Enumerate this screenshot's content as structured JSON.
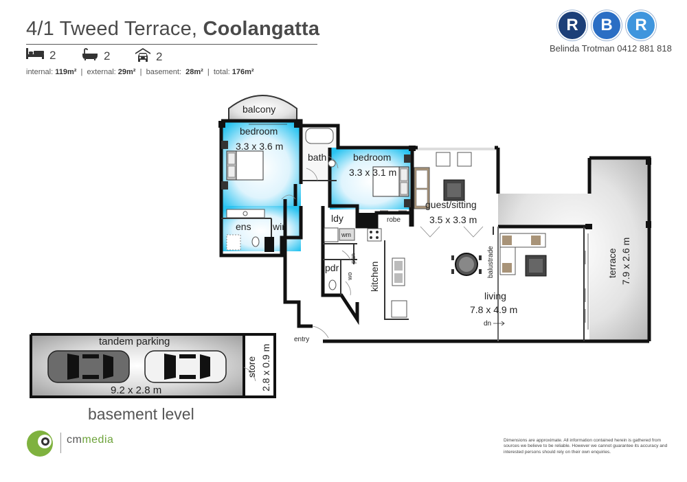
{
  "header": {
    "address_line": "4/1 Tweed Terrace,",
    "suburb": "Coolangatta"
  },
  "features": {
    "bedrooms": "2",
    "bathrooms": "2",
    "car_spaces": "2"
  },
  "areas": {
    "internal_label": "internal:",
    "internal_value": "119m²",
    "external_label": "external:",
    "external_value": "29m²",
    "basement_label": "basement:",
    "basement_value": "28m²",
    "total_label": "total:",
    "total_value": "176m²",
    "sep1": "|",
    "sep2": "|",
    "sep3": "|"
  },
  "agency": {
    "logo_letters": [
      "R",
      "B",
      "R"
    ],
    "agent_contact": "Belinda Trotman 0412 881 818",
    "colors": {
      "navy": "#1c3f78",
      "blue": "#2b6ec4",
      "light_blue": "#3f95dd"
    }
  },
  "rooms": {
    "balcony": "balcony",
    "bedroom1": "bedroom",
    "bedroom1_size": "3.3 x 3.6 m",
    "bath": "bath",
    "bedroom2": "bedroom",
    "bedroom2_size": "3.3 x 3.1 m",
    "guest": "guest/sitting",
    "guest_size": "3.5 x 3.3 m",
    "terrace": "terrace",
    "terrace_size": "7.9 x 2.6 m",
    "ens": "ens",
    "wir": "wir",
    "ldy": "ldy",
    "wm": "wm",
    "robe": "robe",
    "pdr": "pdr",
    "pan": "pan",
    "wo": "wo",
    "kitchen": "kitchen",
    "balustrade": "balustrade",
    "living": "living",
    "living_size": "7.8 x 4.9 m",
    "dn": "dn",
    "entry": "entry",
    "tandem_parking": "tandem parking",
    "parking_size": "9.2 x 2.8 m",
    "store": "store",
    "store_size": "2.8 x 0.9 m"
  },
  "basement_level": "basement level",
  "cmmedia": {
    "prefix": "cm",
    "suffix": "media"
  },
  "disclaimer": "Dimensions are approximate.  All information contained herein is gathered from sources we believe to be reliable.  However we cannot guarantee its accuracy and interested persons should rely on their own enquiries.",
  "colors": {
    "wall": "#111111",
    "bedroom_fill": "#29c3f0",
    "terrace_fill": "#cfcfcf",
    "parking_fill": "#bcbcbc"
  }
}
